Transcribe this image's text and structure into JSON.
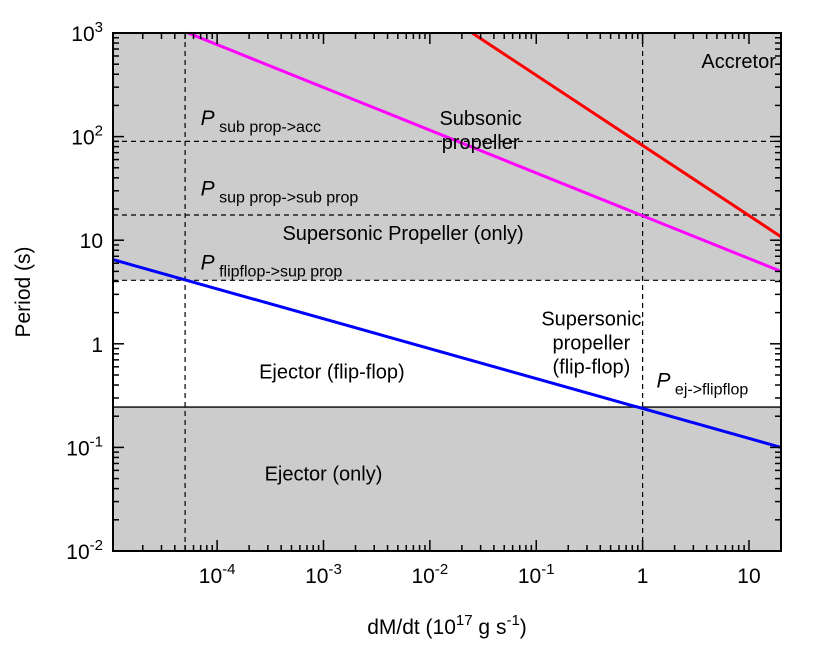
{
  "chart_data": {
    "type": "line",
    "xlabel": "dM/dt (10¹⁷ g s⁻¹)",
    "ylabel": "Period (s)",
    "x_scale": "log",
    "y_scale": "log",
    "xlim": [
      1.05e-05,
      20
    ],
    "ylim": [
      0.01,
      1000
    ],
    "x_ticks": [
      {
        "value": 0.0001,
        "mant": "10",
        "exp": "-4"
      },
      {
        "value": 0.001,
        "mant": "10",
        "exp": "-3"
      },
      {
        "value": 0.01,
        "mant": "10",
        "exp": "-2"
      },
      {
        "value": 0.1,
        "mant": "10",
        "exp": "-1"
      },
      {
        "value": 1,
        "mant": "1",
        "exp": ""
      },
      {
        "value": 10,
        "mant": "10",
        "exp": ""
      }
    ],
    "y_ticks": [
      {
        "value": 0.01,
        "mant": "10",
        "exp": "-2"
      },
      {
        "value": 0.1,
        "mant": "10",
        "exp": "-1"
      },
      {
        "value": 1,
        "mant": "1",
        "exp": ""
      },
      {
        "value": 10,
        "mant": "10",
        "exp": ""
      },
      {
        "value": 100,
        "mant": "10",
        "exp": "2"
      },
      {
        "value": 1000,
        "mant": "10",
        "exp": "3"
      }
    ],
    "shaded_bands": [
      {
        "y_from": 0.01,
        "y_to": 0.245,
        "color": "#cccccc"
      },
      {
        "y_from": 4.1,
        "y_to": 1000,
        "color": "#cccccc"
      }
    ],
    "hlines": [
      {
        "y": 90,
        "style": "dashed"
      },
      {
        "y": 17.5,
        "style": "dashed"
      },
      {
        "y": 4.1,
        "style": "dashed"
      },
      {
        "y": 0.245,
        "style": "solid"
      }
    ],
    "vlines": [
      {
        "x": 5e-05,
        "style": "dashed"
      },
      {
        "x": 1,
        "style": "dashed"
      }
    ],
    "series": [
      {
        "color": "#ff0000",
        "points": [
          [
            0.025,
            1000
          ],
          [
            20,
            10.8
          ]
        ]
      },
      {
        "color": "#ff00ff",
        "points": [
          [
            5.35e-05,
            1000
          ],
          [
            20,
            5
          ]
        ]
      },
      {
        "color": "#0000ff",
        "points": [
          [
            1.05e-05,
            6.5
          ],
          [
            20,
            0.1
          ]
        ]
      }
    ],
    "labels": [
      {
        "id": "subsonic",
        "lines": [
          "Subsonic",
          "propeller"
        ],
        "x": 0.03,
        "y": 130
      },
      {
        "id": "accretor",
        "lines": [
          "Accretor"
        ],
        "x": 8,
        "y": 460
      },
      {
        "id": "supersonic-only",
        "lines": [
          "Supersonic Propeller (only)"
        ],
        "x": 0.0056,
        "y": 10
      },
      {
        "id": "supersonic-flipflop",
        "lines": [
          "Supersonic",
          "propeller",
          "(flip-flop)"
        ],
        "x": 0.33,
        "y": 1.5
      },
      {
        "id": "ejector-flipflop",
        "lines": [
          "Ejector (flip-flop)"
        ],
        "x": 0.0012,
        "y": 0.46
      },
      {
        "id": "ejector-only",
        "lines": [
          "Ejector (only)"
        ],
        "x": 0.001,
        "y": 0.048
      }
    ],
    "threshold_labels": [
      {
        "id": "p-sub-acc",
        "sym": "P",
        "sub": "sub prop->acc",
        "x": 7e-05,
        "y": 130
      },
      {
        "id": "p-sup-sub",
        "sym": "P",
        "sub": "sup prop->sub prop",
        "x": 7e-05,
        "y": 27
      },
      {
        "id": "p-flip-sup",
        "sym": "P",
        "sub": "flipflop->sup prop",
        "x": 7e-05,
        "y": 5.2
      },
      {
        "id": "p-ej-flip",
        "sym": "P",
        "sub": "ej->flipflop",
        "x": 1.35,
        "y": 0.38
      }
    ]
  }
}
